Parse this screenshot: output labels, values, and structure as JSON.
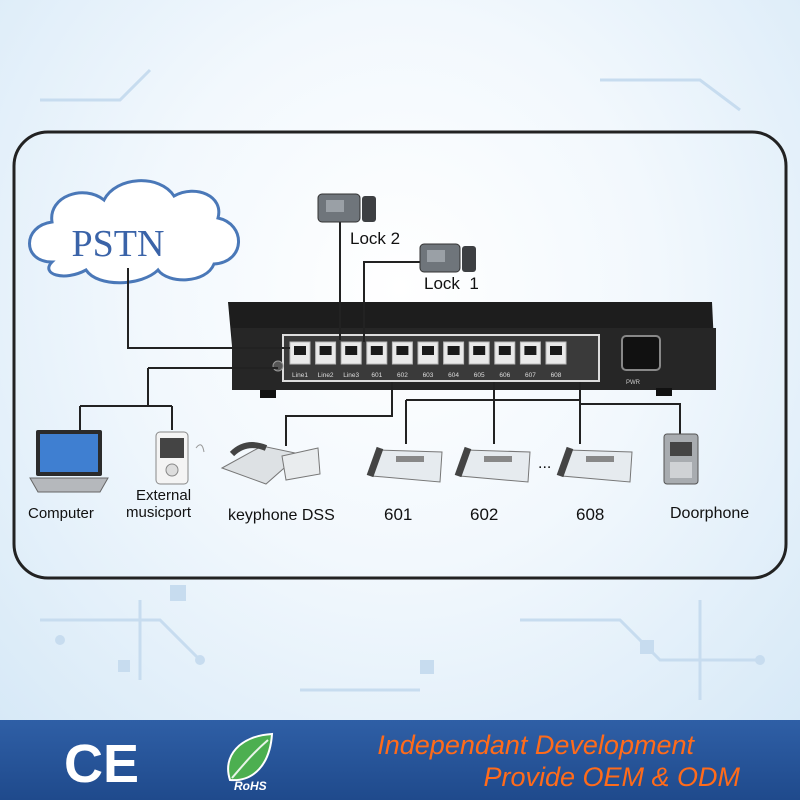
{
  "cloud_label": "PSTN",
  "locks": [
    "Lock 2",
    "Lock  1"
  ],
  "port_labels": [
    "Line1",
    "Line2",
    "Line3",
    "601",
    "602",
    "603",
    "604",
    "605",
    "606",
    "607",
    "608"
  ],
  "pwr_label": "PWR",
  "devices": {
    "computer": "Computer",
    "music": [
      "External",
      "musicport"
    ],
    "keyphone": "keyphone DSS",
    "ext1": "601",
    "ext2": "602",
    "ext3": "608",
    "ellipsis": "...",
    "doorphone": "Doorphone"
  },
  "footer": {
    "ce": "CE",
    "rohs": "RoHS",
    "slogan_1": "Independant Development",
    "slogan_2": "Provide OEM & ODM"
  },
  "colors": {
    "footer_bg": "#2f5fa6",
    "slogan": "#ff6b1a",
    "pstn_text": "#3a63a8"
  }
}
